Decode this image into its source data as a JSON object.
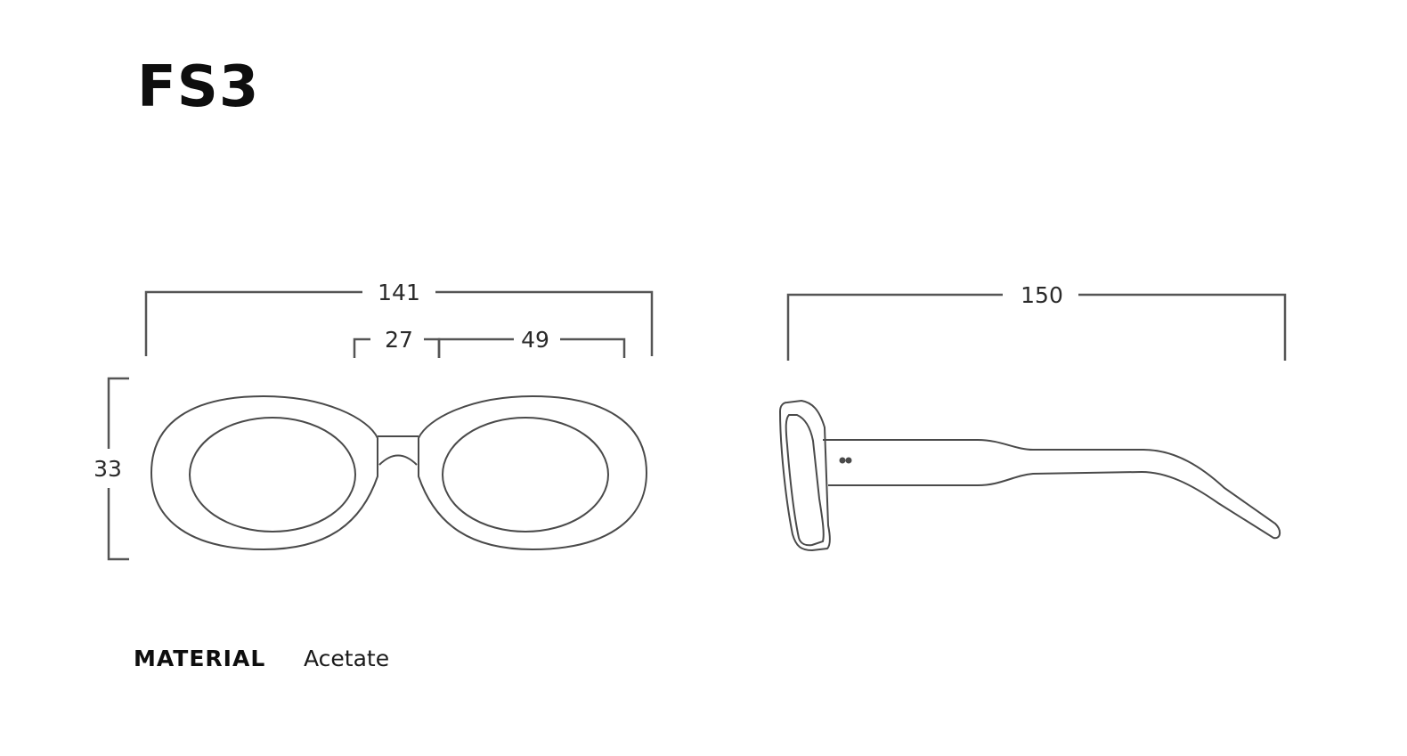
{
  "title": "FS3",
  "front_view": {
    "total_width": "141",
    "bridge_width": "27",
    "lens_width": "49",
    "lens_height": "33"
  },
  "side_view": {
    "temple_length": "150"
  },
  "material": {
    "label": "MATERIAL",
    "value": "Acetate"
  },
  "colors": {
    "line": "#4a4a4a",
    "dimension_line": "#555555",
    "text": "#1a1a1a"
  }
}
